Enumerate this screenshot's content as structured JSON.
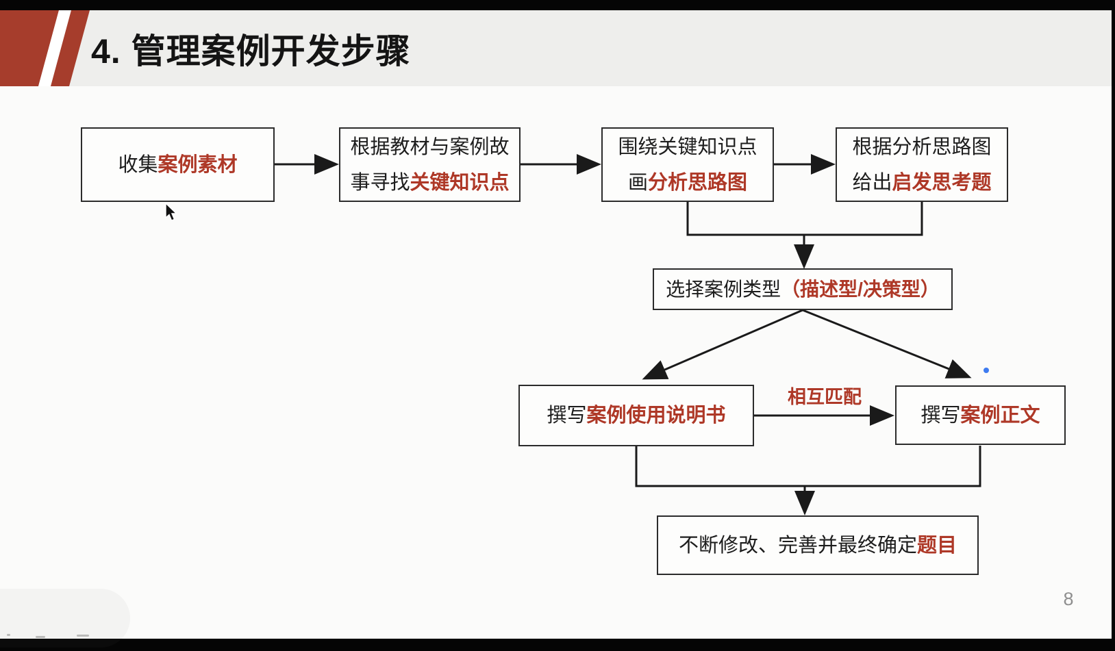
{
  "header": {
    "title": "4. 管理案例开发步骤"
  },
  "page_number": "8",
  "flow": {
    "boxes": [
      {
        "id": "b1",
        "name": "collect-material",
        "lines": [
          [
            {
              "text": "收集"
            },
            {
              "text": "案例素材",
              "em": true
            }
          ]
        ]
      },
      {
        "id": "b2",
        "name": "find-key-knowledge",
        "lines": [
          [
            {
              "text": "根据教材与案例故"
            }
          ],
          [
            {
              "text": "事寻找"
            },
            {
              "text": "关键知识点",
              "em": true
            }
          ]
        ]
      },
      {
        "id": "b3",
        "name": "draw-analysis-map",
        "lines": [
          [
            {
              "text": "围绕关键知识点"
            }
          ],
          [
            {
              "text": "画"
            },
            {
              "text": "分析思路图",
              "em": true
            }
          ]
        ]
      },
      {
        "id": "b4",
        "name": "give-questions",
        "lines": [
          [
            {
              "text": "根据分析思路图"
            }
          ],
          [
            {
              "text": "给出"
            },
            {
              "text": "启发思考题",
              "em": true
            }
          ]
        ]
      },
      {
        "id": "b5",
        "name": "choose-case-type",
        "lines": [
          [
            {
              "text": "选择案例类型"
            },
            {
              "text": "（描述型/决策型）",
              "em": true
            }
          ]
        ]
      },
      {
        "id": "b6",
        "name": "write-usage-manual",
        "lines": [
          [
            {
              "text": "撰写"
            },
            {
              "text": "案例使用说明书",
              "em": true
            }
          ]
        ]
      },
      {
        "id": "b7",
        "name": "write-case-body",
        "lines": [
          [
            {
              "text": "撰写"
            },
            {
              "text": "案例正文",
              "em": true
            }
          ]
        ]
      },
      {
        "id": "b8",
        "name": "finalize-title",
        "lines": [
          [
            {
              "text": "不断修改、完善并最终确定"
            },
            {
              "text": "题目",
              "em": true
            }
          ]
        ]
      }
    ],
    "edge_label": "相互匹配"
  },
  "colors": {
    "emphasis_red": "#ae3827",
    "header_red": "#a63d2c",
    "box_border": "#2b2b2b",
    "header_band": "#eeeeec",
    "page_bg": "#fbfbfa",
    "annotation_dot_blue": "#3e7bf0",
    "page_number_gray": "#8f8f8f"
  }
}
